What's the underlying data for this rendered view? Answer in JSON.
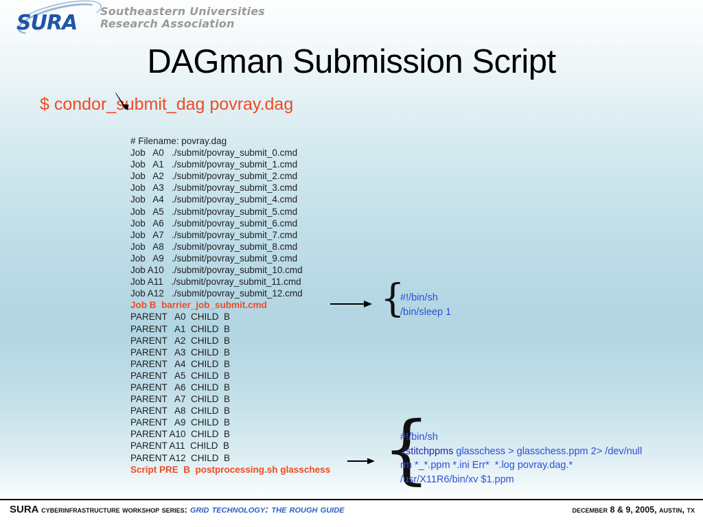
{
  "slide": {
    "title": "DAGman Submission Script",
    "command_line": "$ condor_submit_dag povray.dag",
    "accent_color": "#f04a23",
    "callout_color": "#2b4fd8",
    "background_top": "#fdfefe",
    "background_mid": "#b2d5e2"
  },
  "header": {
    "logo_text": "SURA",
    "org_name_line1": "Southeastern Universities",
    "org_name_line2": "Research Association",
    "logo_color": "#1e56a8",
    "org_name_color": "#9a9a9a"
  },
  "dag_listing": {
    "lines": [
      {
        "text": "# Filename: povray.dag",
        "highlight": false
      },
      {
        "text": "Job   A0   ./submit/povray_submit_0.cmd",
        "highlight": false
      },
      {
        "text": "Job   A1   ./submit/povray_submit_1.cmd",
        "highlight": false
      },
      {
        "text": "Job   A2   ./submit/povray_submit_2.cmd",
        "highlight": false
      },
      {
        "text": "Job   A3   ./submit/povray_submit_3.cmd",
        "highlight": false
      },
      {
        "text": "Job   A4   ./submit/povray_submit_4.cmd",
        "highlight": false
      },
      {
        "text": "Job   A5   ./submit/povray_submit_5.cmd",
        "highlight": false
      },
      {
        "text": "Job   A6   ./submit/povray_submit_6.cmd",
        "highlight": false
      },
      {
        "text": "Job   A7   ./submit/povray_submit_7.cmd",
        "highlight": false
      },
      {
        "text": "Job   A8   ./submit/povray_submit_8.cmd",
        "highlight": false
      },
      {
        "text": "Job   A9   ./submit/povray_submit_9.cmd",
        "highlight": false
      },
      {
        "text": "Job A10   ./submit/povray_submit_10.cmd",
        "highlight": false
      },
      {
        "text": "Job A11   ./submit/povray_submit_11.cmd",
        "highlight": false
      },
      {
        "text": "Job A12   ./submit/povray_submit_12.cmd",
        "highlight": false
      },
      {
        "text": "Job B  barrier_job_submit.cmd",
        "highlight": true
      },
      {
        "text": "PARENT   A0  CHILD  B",
        "highlight": false
      },
      {
        "text": "PARENT   A1  CHILD  B",
        "highlight": false
      },
      {
        "text": "PARENT   A2  CHILD  B",
        "highlight": false
      },
      {
        "text": "PARENT   A3  CHILD  B",
        "highlight": false
      },
      {
        "text": "PARENT   A4  CHILD  B",
        "highlight": false
      },
      {
        "text": "PARENT   A5  CHILD  B",
        "highlight": false
      },
      {
        "text": "PARENT   A6  CHILD  B",
        "highlight": false
      },
      {
        "text": "PARENT   A7  CHILD  B",
        "highlight": false
      },
      {
        "text": "PARENT   A8  CHILD  B",
        "highlight": false
      },
      {
        "text": "PARENT   A9  CHILD  B",
        "highlight": false
      },
      {
        "text": "PARENT A10  CHILD  B",
        "highlight": false
      },
      {
        "text": "PARENT A11  CHILD  B",
        "highlight": false
      },
      {
        "text": "PARENT A12  CHILD  B",
        "highlight": false
      },
      {
        "text": "Script PRE  B  postprocessing.sh glasschess",
        "highlight": true
      }
    ]
  },
  "callouts": [
    {
      "id": "barrier-job-script",
      "lines": [
        "#!/bin/sh",
        "/bin/sleep 1"
      ]
    },
    {
      "id": "postprocessing-script",
      "lines": [
        "#!/bin/sh",
        "./stitchppms glasschess > glasschess.ppm 2> /dev/null",
        "rm *_*.ppm *.ini Err*  *.log povray.dag.*",
        "/usr/X11R6/bin/xv $1.ppm"
      ],
      "emphasis_token": "./stitchppms"
    }
  ],
  "footer": {
    "org": "SURA",
    "series": "Cyberinfrastructure Workshop Series:",
    "guide": "Grid Technology: The Rough Guide",
    "date": "December 8 & 9, 2005, Austin, TX"
  }
}
